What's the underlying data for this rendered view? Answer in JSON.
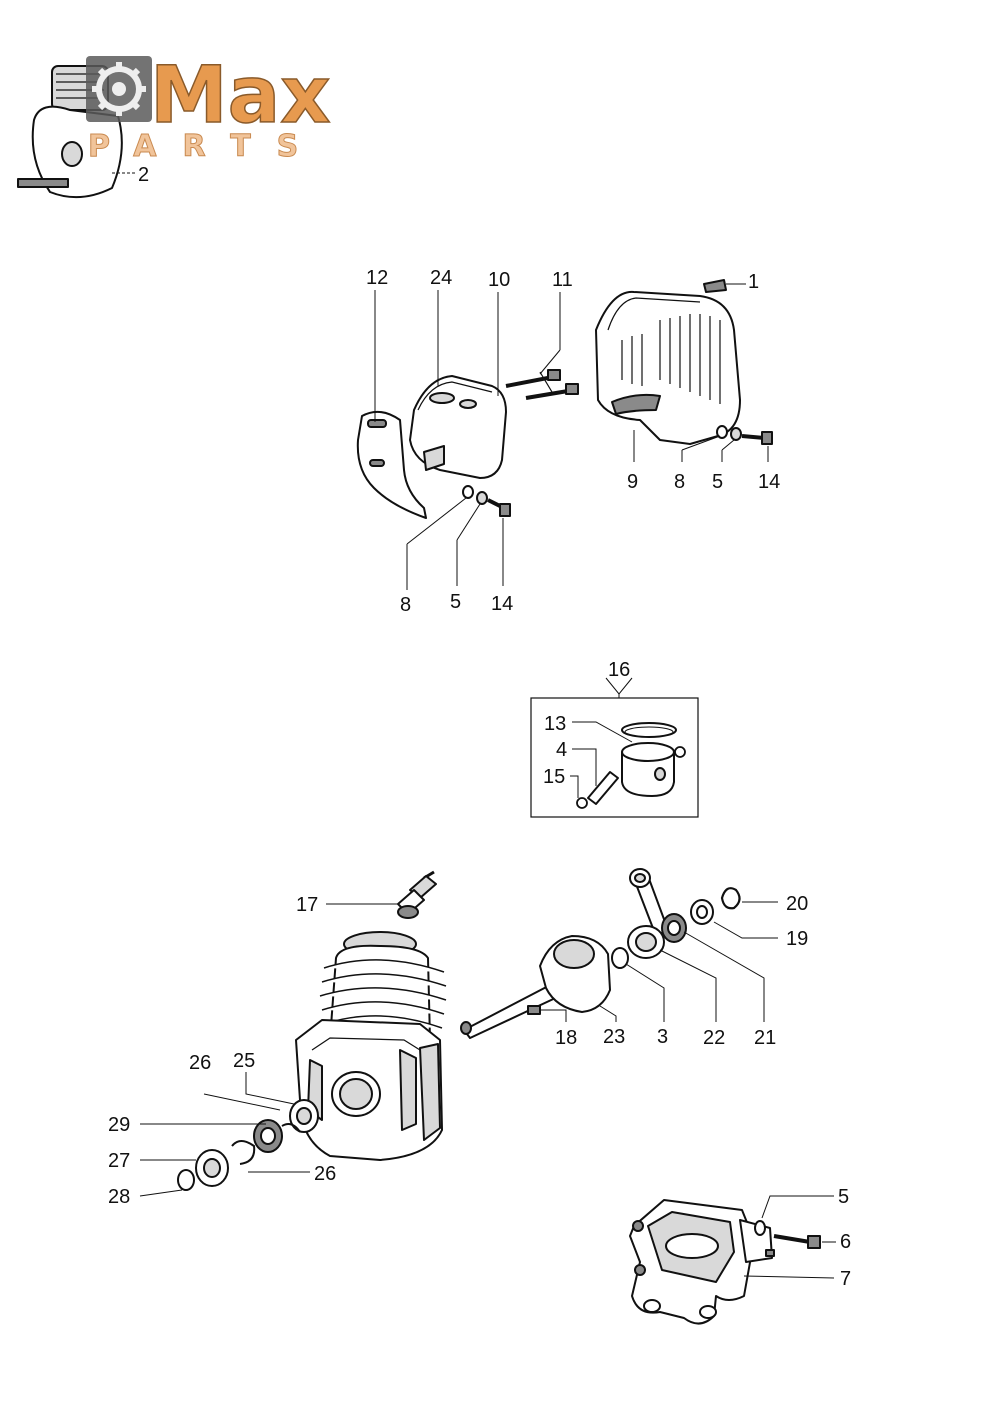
{
  "logo": {
    "word": "Max",
    "subword": "PARTS",
    "colors": {
      "primary": "#e79a4f",
      "secondary": "#f1c49a",
      "gear": "#5a5a5a"
    }
  },
  "labels": {
    "l2": "2",
    "l12": "12",
    "l24": "24",
    "l10": "10",
    "l11": "11",
    "l1": "1",
    "l9": "9",
    "l8a": "8",
    "l5a": "5",
    "l14a": "14",
    "l8b": "8",
    "l5b": "5",
    "l14b": "14",
    "l16": "16",
    "l13": "13",
    "l4": "4",
    "l15": "15",
    "l17": "17",
    "l20": "20",
    "l19": "19",
    "l21": "21",
    "l22": "22",
    "l3": "3",
    "l23": "23",
    "l18": "18",
    "l26a": "26",
    "l25": "25",
    "l29": "29",
    "l27": "27",
    "l28": "28",
    "l26b": "26",
    "l5c": "5",
    "l6": "6",
    "l7": "7"
  }
}
